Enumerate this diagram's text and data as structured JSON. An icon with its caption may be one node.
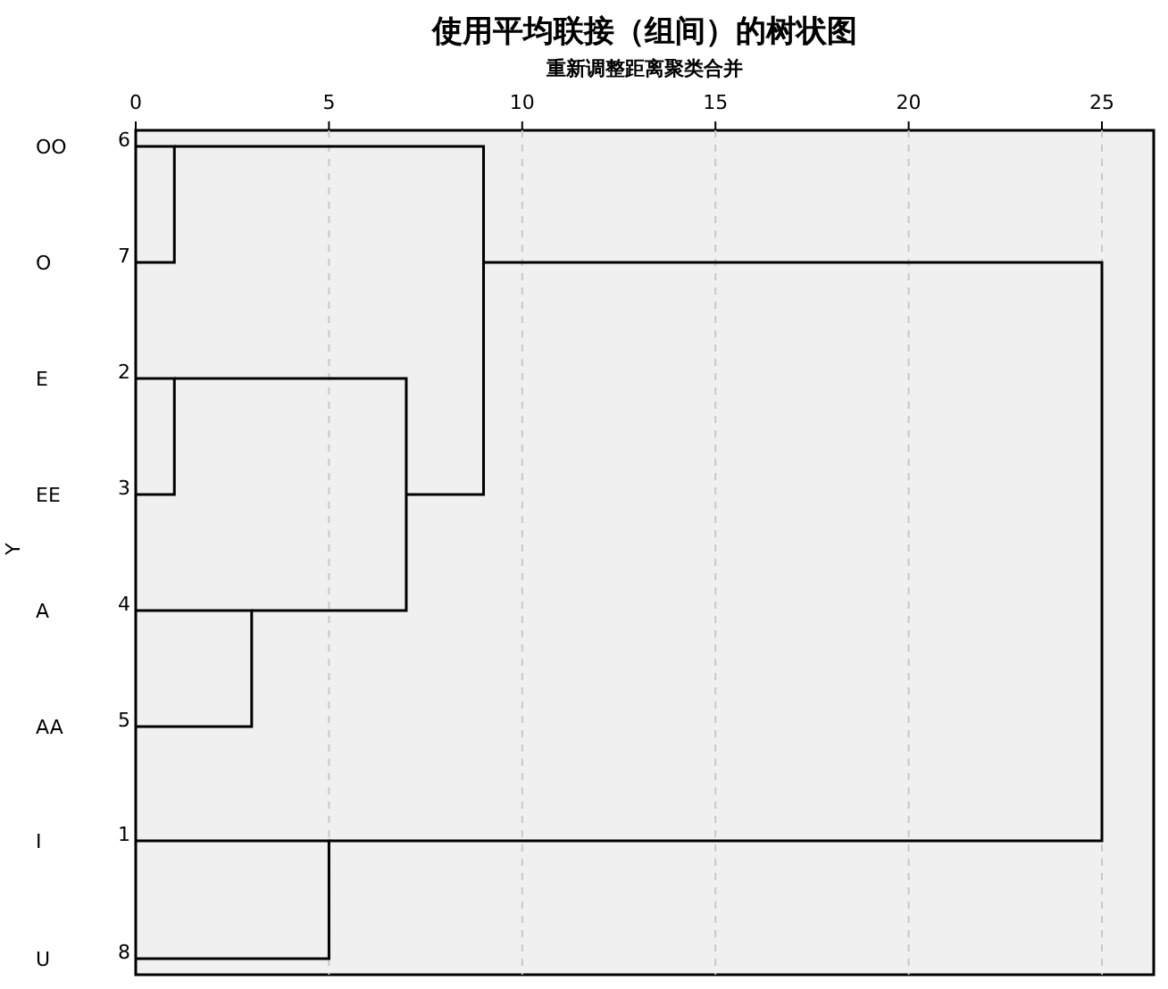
{
  "diagram": {
    "title": "使用平均联接（组间）的树状图",
    "labels": [
      "重新调整距离聚类合并",
      "0",
      "5",
      "10",
      "15",
      "20",
      "25",
      "Y",
      "OO",
      "6",
      "O",
      "7",
      "E",
      "2",
      "EE",
      "3",
      "A",
      "4",
      "AA",
      "5",
      "I",
      "1",
      "U",
      "8"
    ]
  }
}
